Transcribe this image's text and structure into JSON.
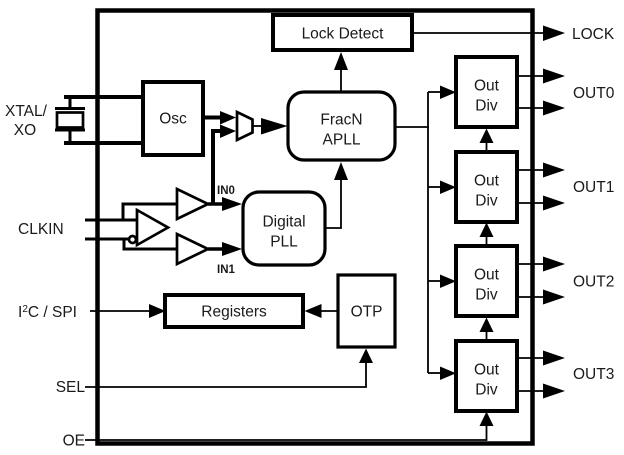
{
  "figure": {
    "type": "ic-block-diagram",
    "background_color": "#ffffff",
    "line_color": "#000000",
    "text_color": "#1a1a1a"
  },
  "blocks": {
    "osc": {
      "label": "Osc"
    },
    "lock_detect": {
      "label": "Lock Detect"
    },
    "fracn_apll": {
      "line1": "FracN",
      "line2": "APLL"
    },
    "digital_pll": {
      "line1": "Digital",
      "line2": "PLL"
    },
    "registers": {
      "label": "Registers"
    },
    "otp": {
      "label": "OTP"
    },
    "out_div": {
      "line1": "Out",
      "line2": "Div"
    }
  },
  "pins": {
    "xtal_xo": {
      "line1": "XTAL/",
      "line2": "XO"
    },
    "clkin": {
      "label": "CLKIN"
    },
    "i2c_spi": {
      "base": "I",
      "sup": "2",
      "rest": "C / SPI"
    },
    "sel": {
      "label": "SEL"
    },
    "oe": {
      "label": "OE"
    },
    "lock": {
      "label": "LOCK"
    },
    "out0": {
      "label": "OUT0"
    },
    "out1": {
      "label": "OUT1"
    },
    "out2": {
      "label": "OUT2"
    },
    "out3": {
      "label": "OUT3"
    }
  },
  "nets": {
    "in0": {
      "label": "IN0"
    },
    "in1": {
      "label": "IN1"
    }
  }
}
